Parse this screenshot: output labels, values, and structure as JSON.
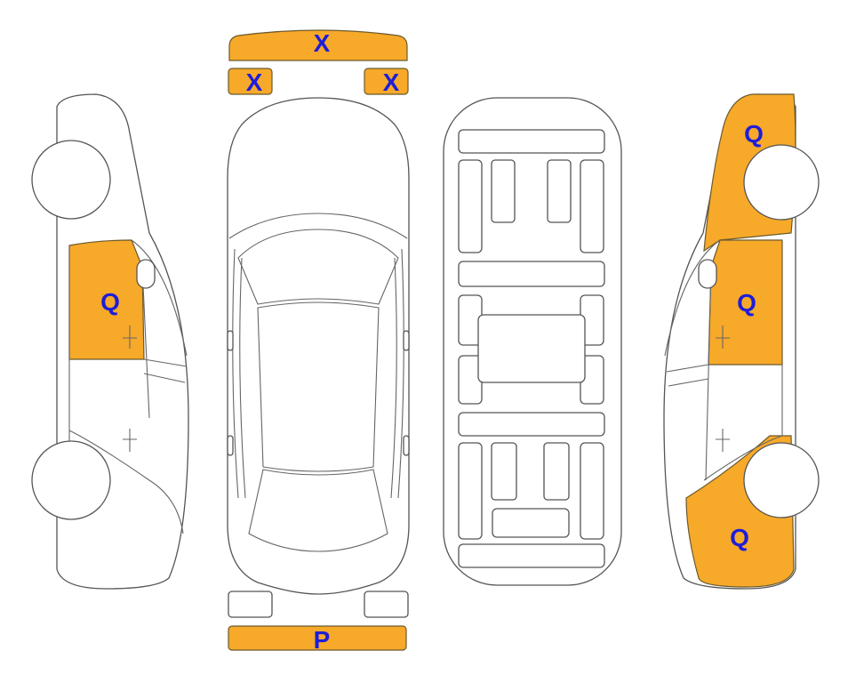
{
  "colors": {
    "damage_fill": "#F7A92A",
    "label_text": "#1E1ED8",
    "outline": "#555555"
  },
  "codes": {
    "front_bumper": "X",
    "front_left_light": "X",
    "front_right_light": "X",
    "left_front_door": "Q",
    "right_front_fender": "Q",
    "right_front_door": "Q",
    "right_rear_quarter": "Q",
    "rear_bumper": "P"
  }
}
